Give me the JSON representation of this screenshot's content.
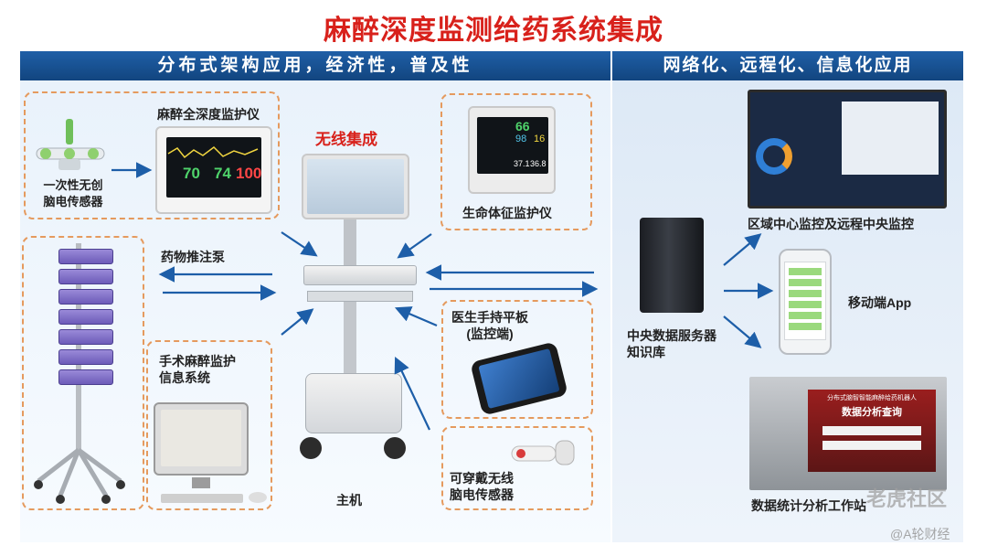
{
  "title": "麻醉深度监测给药系统集成",
  "left_band": "分布式架构应用，经济性，普及性",
  "right_band": "网络化、远程化、信息化应用",
  "nodes": {
    "sensor_disposable": "一次性无创\n脑电传感器",
    "depth_monitor": "麻醉全深度监护仪",
    "wireless": "无线集成",
    "vital_monitor": "生命体征监护仪",
    "infusion_pump": "药物推注泵",
    "info_system": "手术麻醉监护\n信息系统",
    "host": "主机",
    "tablet": "医生手持平板\n(监控端)",
    "wearable": "可穿戴无线\n脑电传感器",
    "server": "中央数据服务器\n知识库",
    "regional": "区域中心监控及远程中央监控",
    "mobile": "移动端App",
    "stats": "数据统计分析工作站"
  },
  "monitor_readings": {
    "a": "70",
    "b": "74",
    "c": "100"
  },
  "vital_readings": {
    "a": "66",
    "b": "98",
    "c": "16",
    "d": "37.1",
    "e": "36.8"
  },
  "stats_screen": {
    "heading": "分布式脑智智能麻醉给药机器人",
    "subheading": "数据分析查询"
  },
  "watermark": {
    "text1": "老虎社区",
    "text2": "@A轮财经"
  },
  "colors": {
    "accent_red": "#d8211b",
    "band_blue": "#1a4f8e",
    "dash_orange": "#e59a5e",
    "arrow_blue": "#1d5ea8"
  }
}
